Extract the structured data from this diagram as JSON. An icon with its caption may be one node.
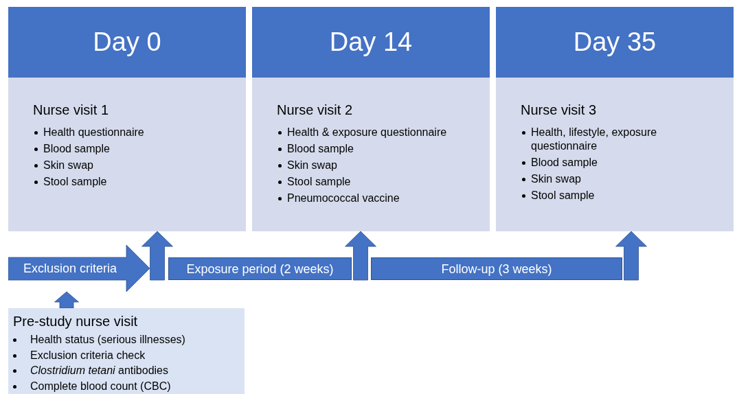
{
  "diagram": {
    "nodes": [
      {
        "text": [
          "Day 0",
          "Nurse visit 1",
          "Health questionnaire",
          "Blood sample",
          "Skin swap",
          "Stool sample"
        ]
      },
      {
        "text": [
          "Day 14",
          "Nurse visit 2",
          "Health & exposure questionnaire",
          "Blood sample",
          "Skin swap",
          "Stool sample",
          "Pneumococcal vaccine"
        ]
      },
      {
        "text": [
          "Day 35",
          "Nurse visit 3",
          "Health, lifestyle, exposure questionnaire",
          "Blood sample",
          "Skin swap",
          "Stool sample"
        ]
      },
      {
        "text": [
          "Exclusion criteria"
        ]
      },
      {
        "text": [
          "Exposure period (2 weeks)"
        ]
      },
      {
        "text": [
          "Follow-up (3 weeks)"
        ]
      },
      {
        "text": [
          "Pre-study nurse visit",
          "Health status (serious illnesses)",
          "Exclusion criteria check",
          "*Clostridium tetani* antibodies",
          "Complete blood count (CBC)"
        ]
      }
    ],
    "edges": [
      {
        "from": 6,
        "to": 3,
        "arrow": "to"
      },
      {
        "from": 3,
        "to": 0,
        "arrow": "to"
      },
      {
        "from": 4,
        "to": 1,
        "arrow": "to"
      },
      {
        "from": 5,
        "to": 2,
        "arrow": "to"
      }
    ]
  }
}
